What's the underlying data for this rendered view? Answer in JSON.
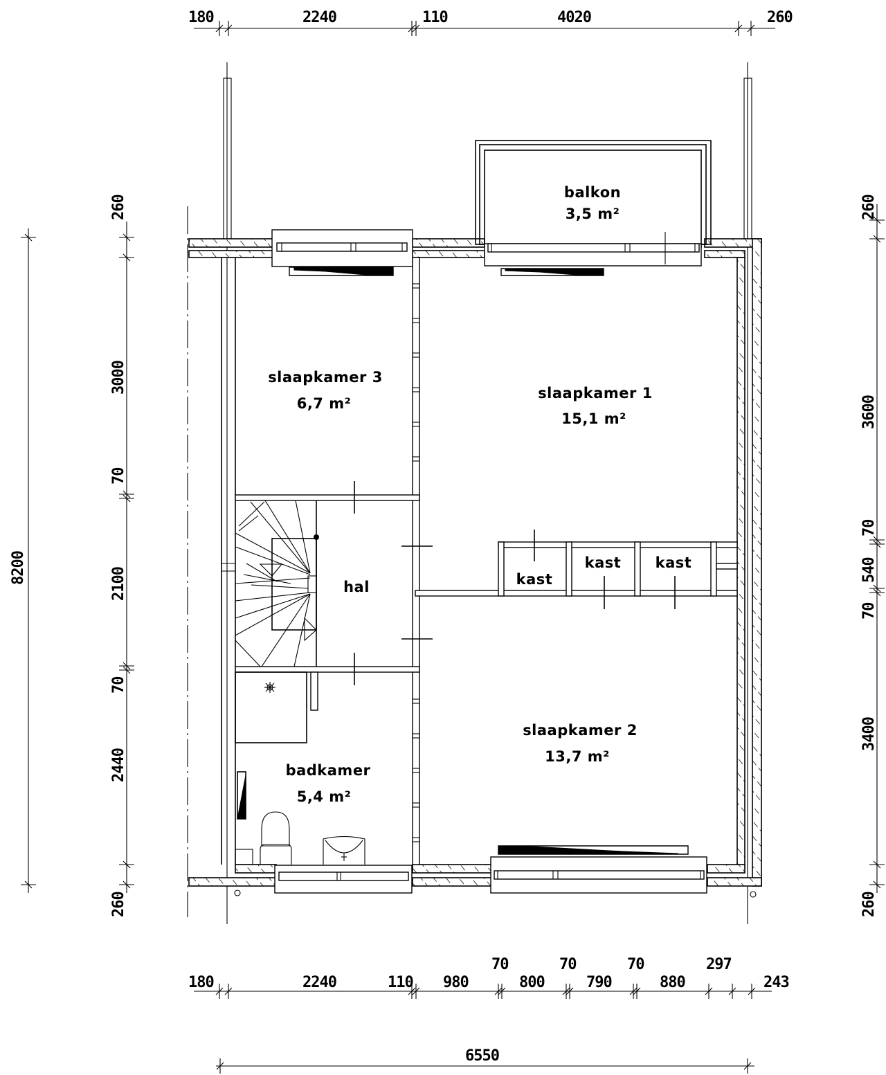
{
  "plan": {
    "rooms": {
      "balkon": {
        "name": "balkon",
        "area": "3,5 m²"
      },
      "slaapkamer_3": {
        "name": "slaapkamer 3",
        "area": "6,7 m²"
      },
      "slaapkamer_1": {
        "name": "slaapkamer 1",
        "area": "15,1 m²"
      },
      "hal": {
        "name": "hal"
      },
      "kast_1": {
        "name": "kast"
      },
      "kast_2": {
        "name": "kast"
      },
      "kast_3": {
        "name": "kast"
      },
      "slaapkamer_2": {
        "name": "slaapkamer 2",
        "area": "13,7 m²"
      },
      "badkamer": {
        "name": "badkamer",
        "area": "5,4 m²"
      }
    },
    "dimensions": {
      "top": [
        "180",
        "2240",
        "110",
        "4020",
        "260"
      ],
      "bottom": [
        "180",
        "2240",
        "110",
        "980",
        "70",
        "800",
        "70",
        "790",
        "70",
        "880",
        "297",
        "243"
      ],
      "overall_width": "6550",
      "overall_depth": "8200",
      "left": [
        "260",
        "3000",
        "70",
        "2100",
        "70",
        "2440",
        "260"
      ],
      "right": [
        "260",
        "3600",
        "70",
        "540",
        "70",
        "3400",
        "260"
      ]
    }
  }
}
